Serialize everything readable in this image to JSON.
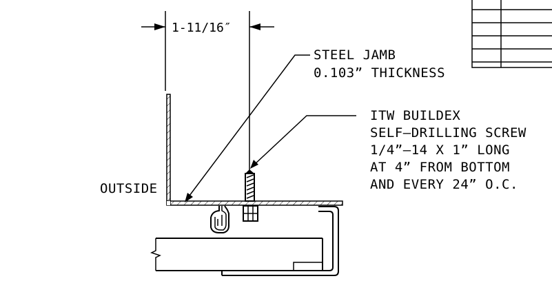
{
  "drawing": {
    "dimension": "1-11/16″",
    "outside_label": "OUTSIDE",
    "jamb_note": {
      "line1": "STEEL JAMB",
      "line2": "0.103” THICKNESS"
    },
    "screw_note": {
      "line1": "ITW BUILDEX",
      "line2": "SELF–DRILLING SCREW",
      "line3": "1/4”–14 X 1” LONG",
      "line4": "AT 4” FROM BOTTOM",
      "line5": "AND EVERY 24” O.C."
    }
  }
}
